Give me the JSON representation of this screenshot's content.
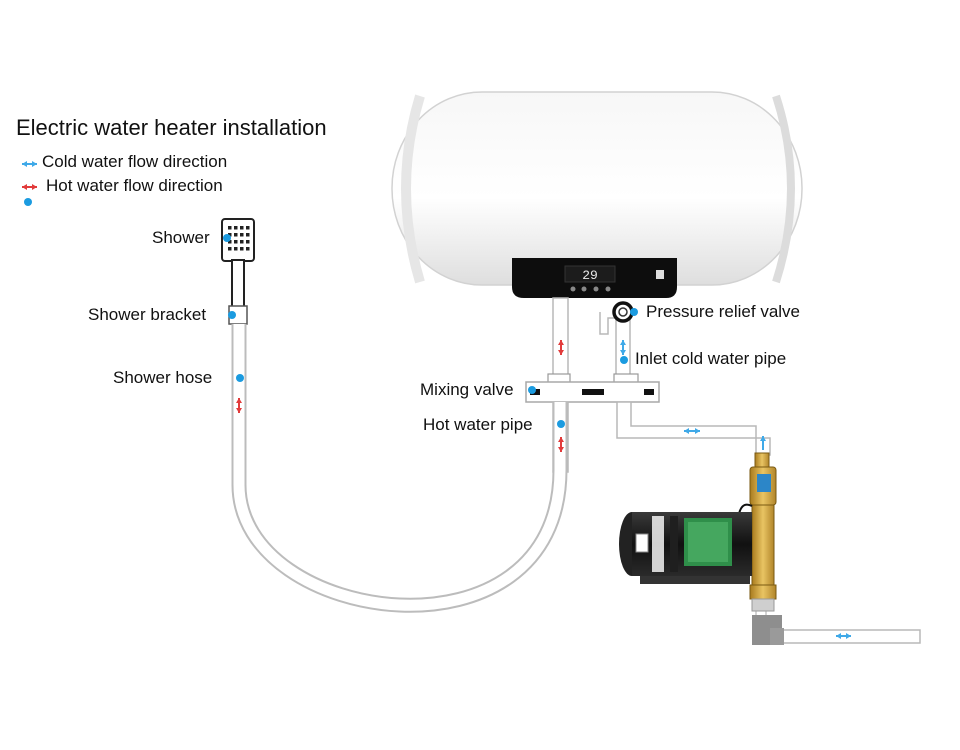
{
  "title": "Electric water heater installation",
  "legend": {
    "cold": "Cold water flow direction",
    "hot": "Hot water flow direction"
  },
  "labels": {
    "shower": "Shower",
    "shower_bracket": "Shower bracket",
    "shower_hose": "Shower hose",
    "mixing_valve": "Mixing valve",
    "hot_water_pipe": "Hot water pipe",
    "pressure_relief_valve": "Pressure relief valve",
    "inlet_cold_water_pipe": "Inlet cold water pipe"
  },
  "display": {
    "reading": "29"
  },
  "colors": {
    "cold_arrow": "#3fa9e8",
    "hot_arrow": "#e23b3b",
    "marker_dot": "#1b9be0",
    "pipe_outline": "#b8b8b8",
    "brass": "#d4a640"
  }
}
